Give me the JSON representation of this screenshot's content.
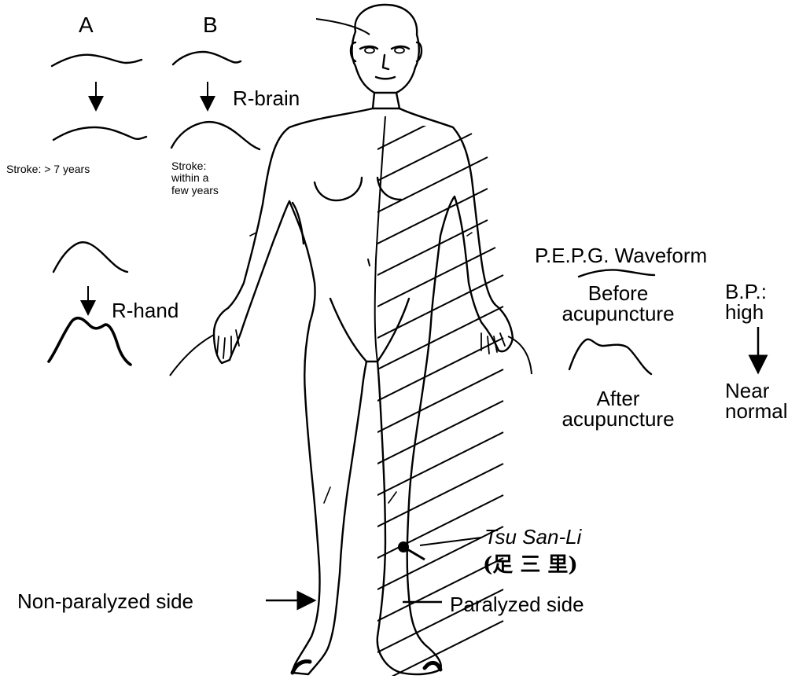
{
  "colors": {
    "ink": "#000000",
    "paper": "#ffffff"
  },
  "icons": {
    "figure": "human-body-front-view",
    "point": "acupuncture-point-marker",
    "hatch": "paralyzed-side-hatching"
  },
  "waveforms": {
    "column_a_label": "A",
    "column_b_label": "B",
    "stroke_a": "Stroke: > 7 years",
    "stroke_b": "Stroke: within a few years",
    "stroke_b_lines": [
      "Stroke:",
      "within a",
      "few years"
    ],
    "r_brain": "R-brain",
    "r_hand": "R-hand"
  },
  "pepg": {
    "title": "P.E.P.G. Waveform",
    "before_lines": [
      "Before",
      "acupuncture"
    ],
    "after_lines": [
      "After",
      "acupuncture"
    ]
  },
  "bp": {
    "label_lines": [
      "B.P.:",
      "high"
    ],
    "result_lines": [
      "Near",
      "normal"
    ]
  },
  "point": {
    "name": "Tsu San-Li",
    "chinese": "(足 三 里)"
  },
  "sides": {
    "non_paralyzed": "Non-paralyzed side",
    "paralyzed": "Paralyzed side"
  }
}
